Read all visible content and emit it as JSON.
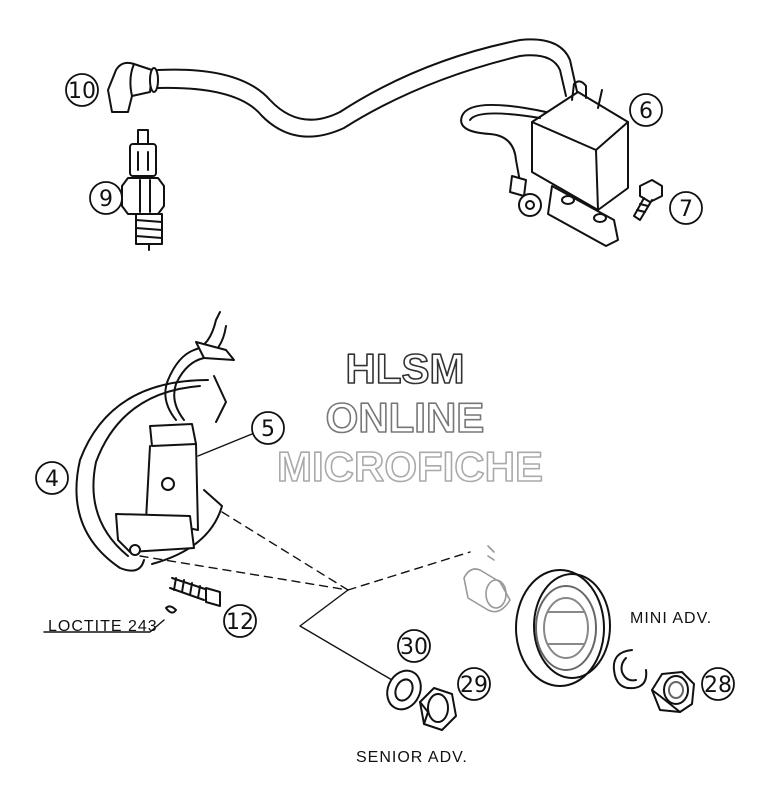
{
  "watermark": {
    "line1": "HLSM",
    "line2": "ONLINE",
    "line3": "MICROFICHE"
  },
  "callouts": {
    "n4": "4",
    "n5": "5",
    "n6": "6",
    "n7": "7",
    "n9": "9",
    "n10": "10",
    "n12": "12",
    "n28": "28",
    "n29": "29",
    "n30": "30"
  },
  "annotations": {
    "loctite": "LOCTITE 243",
    "mini_adv": "MINI ADV.",
    "senior_adv": "SENIOR ADV."
  },
  "colors": {
    "line": "#111111",
    "watermark_dark": "#333333",
    "watermark_mid": "#777777",
    "watermark_light": "#aaaaaa"
  }
}
